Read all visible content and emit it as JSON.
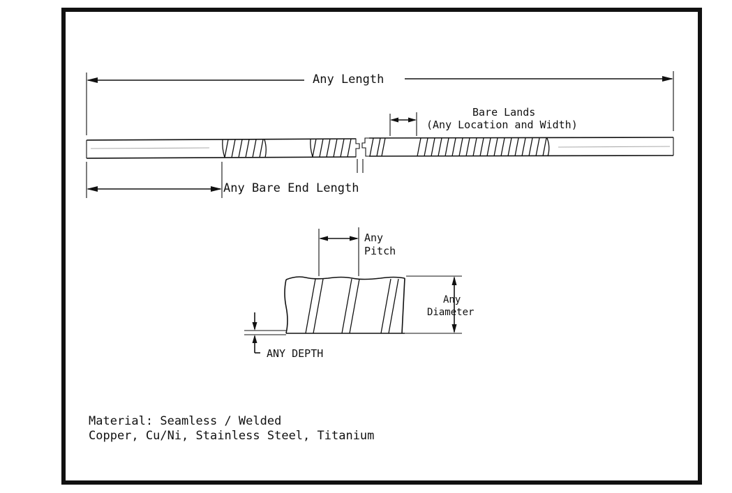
{
  "labels": {
    "any_length": "Any Length",
    "bare_lands_title": "Bare Lands",
    "bare_lands_sub": "(Any Location and Width)",
    "bare_end_length": "Any Bare End Length",
    "pitch_line1": "Any",
    "pitch_line2": "Pitch",
    "diameter_line1": "Any",
    "diameter_line2": "Diameter",
    "depth": "ANY DEPTH"
  },
  "notes": {
    "material_line1": "Material: Seamless / Welded",
    "material_line2": "Copper, Cu/Ni, Stainless Steel, Titanium"
  },
  "colors": {
    "ink": "#111111",
    "background": "#ffffff"
  }
}
